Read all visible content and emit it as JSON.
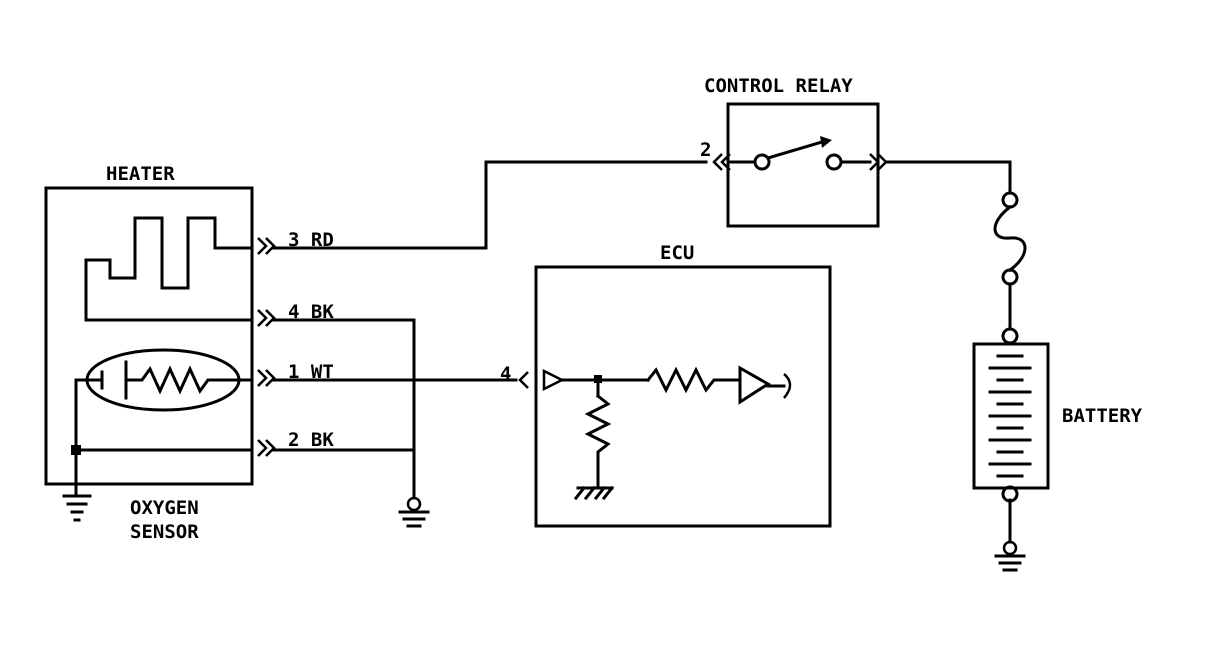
{
  "labels": {
    "heater": "HEATER",
    "oxygen_sensor_line1": "OXYGEN",
    "oxygen_sensor_line2": "SENSOR",
    "control_relay": "CONTROL RELAY",
    "ecu": "ECU",
    "battery": "BATTERY"
  },
  "pins": {
    "pin3": "3 RD",
    "pin4": "4 BK",
    "pin1": "1 WT",
    "pin2": "2 BK",
    "relay_pin": "2",
    "ecu_pin": "4"
  }
}
